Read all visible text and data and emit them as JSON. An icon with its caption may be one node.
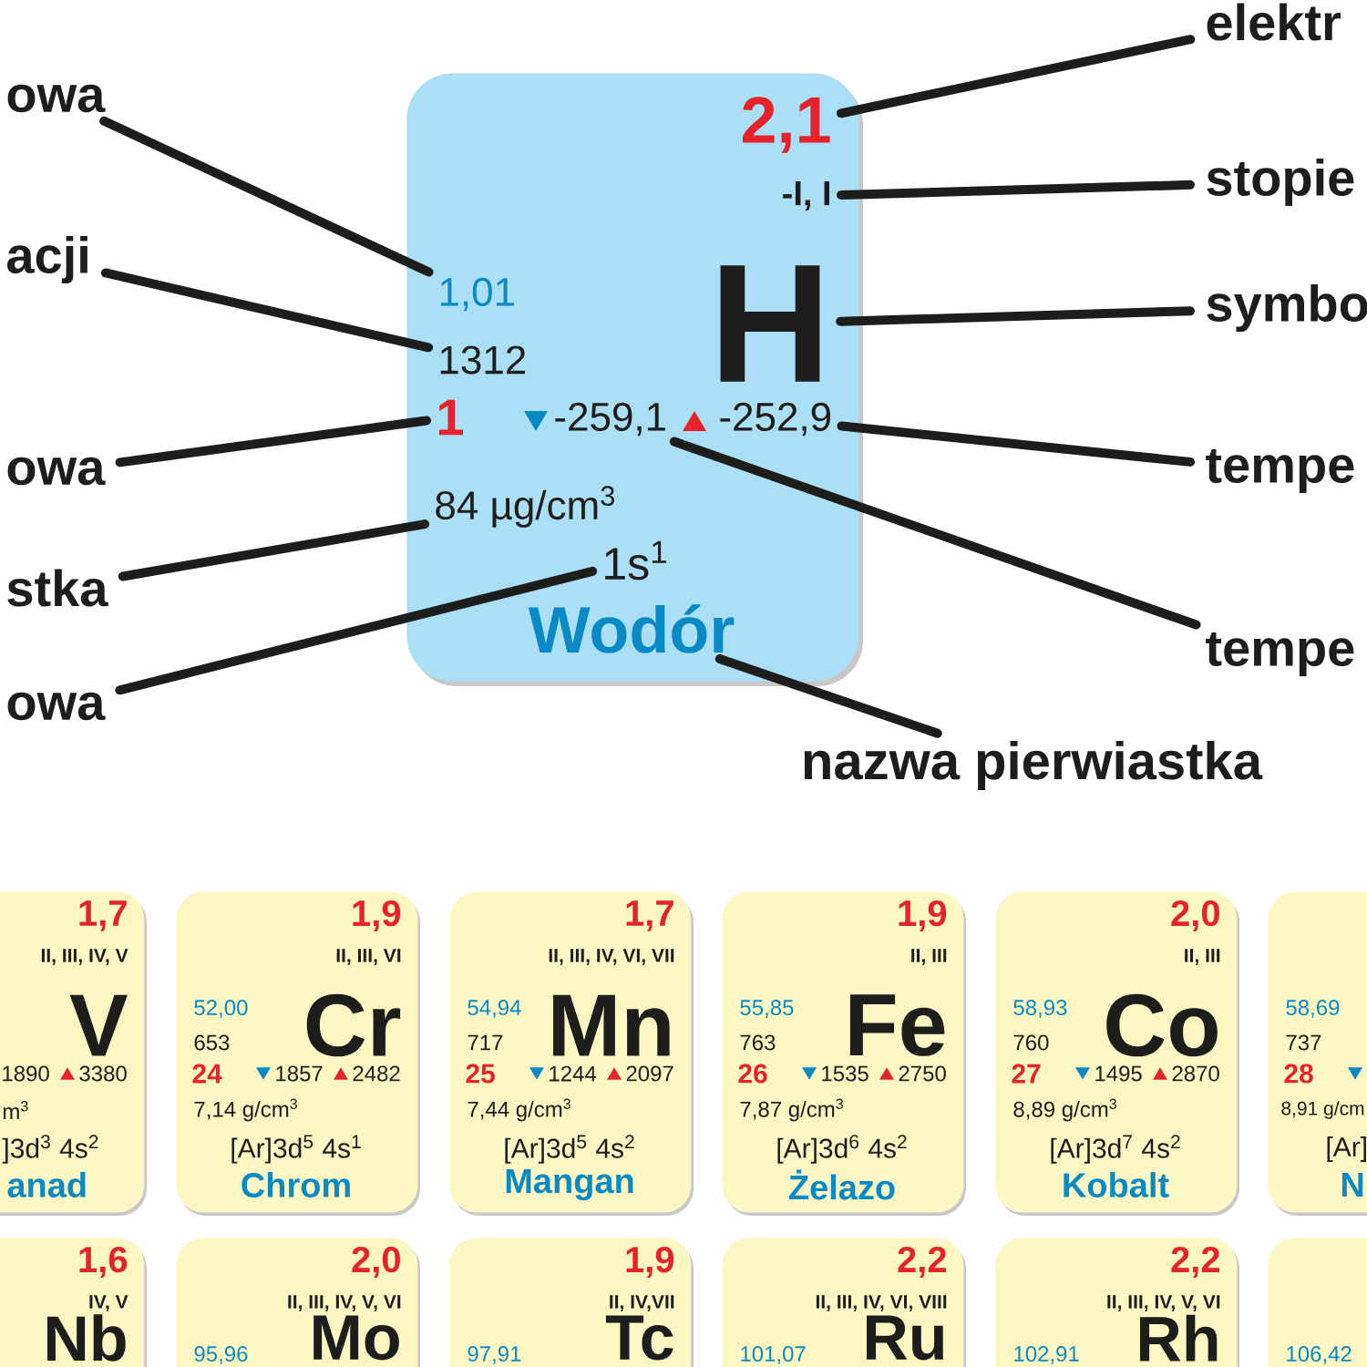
{
  "diagram": {
    "nodes": [
      {
        "text": [],
        "shape": "box"
      },
      {
        "text": [
          "2,1"
        ],
        "in": 0
      },
      {
        "text": [
          "-I, I"
        ],
        "in": 0
      },
      {
        "text": [
          "H"
        ],
        "in": 0
      },
      {
        "text": [
          "1,01"
        ],
        "in": 0
      },
      {
        "text": [
          "1312"
        ],
        "in": 0
      },
      {
        "text": [
          "1"
        ],
        "in": 0
      },
      {
        "text": [
          "-259,1"
        ],
        "in": 0
      },
      {
        "text": [
          "-252,9"
        ],
        "in": 0
      },
      {
        "text": [
          "84 µg/cm$^{3}$"
        ],
        "in": 0
      },
      {
        "text": [
          "1s$^{1}$"
        ],
        "in": 0
      },
      {
        "text": [
          "Wodór"
        ],
        "in": 0
      },
      {
        "text": [
          "owa"
        ]
      },
      {
        "text": [
          "acji"
        ]
      },
      {
        "text": [
          "owa"
        ]
      },
      {
        "text": [
          "stka"
        ]
      },
      {
        "text": [
          "owa"
        ]
      },
      {
        "text": [
          "elektr"
        ]
      },
      {
        "text": [
          "stopie"
        ]
      },
      {
        "text": [
          "symbo"
        ]
      },
      {
        "text": [
          "tempe"
        ]
      },
      {
        "text": [
          "tempe"
        ]
      },
      {
        "text": [
          "nazwa pierwiastka"
        ]
      },
      {
        "text": [
          "1,7",
          "II, III, IV, V",
          "V",
          "1890",
          "3380",
          "m$^{3}$",
          "]3d$^{3}$ 4s$^{2}$",
          "anad"
        ]
      },
      {
        "text": [
          "1,9",
          "II, III, VI",
          "52,00",
          "Cr",
          "653",
          "24",
          "1857",
          "2482",
          "7,14 g/cm$^{3}$",
          "[Ar]3d$^{5}$ 4s$^{1}$",
          "Chrom"
        ]
      },
      {
        "text": [
          "1,7",
          "II, III, IV, VI, VII",
          "54,94",
          "Mn",
          "717",
          "25",
          "1244",
          "2097",
          "7,44 g/cm$^{3}$",
          "[Ar]3d$^{5}$ 4s$^{2}$",
          "Mangan"
        ]
      },
      {
        "text": [
          "1,9",
          "II, III",
          "55,85",
          "Fe",
          "763",
          "26",
          "1535",
          "2750",
          "7,87 g/cm$^{3}$",
          "[Ar]3d$^{6}$ 4s$^{2}$",
          "Żelazo"
        ]
      },
      {
        "text": [
          "2,0",
          "II, III",
          "58,93",
          "Co",
          "760",
          "27",
          "1495",
          "2870",
          "8,89 g/cm$^{3}$",
          "[Ar]3d$^{7}$ 4s$^{2}$",
          "Kobalt"
        ]
      },
      {
        "text": [
          "58,69",
          "737",
          "28",
          "8,91 g/cm",
          "[Ar]",
          "N"
        ]
      },
      {
        "text": [
          "1,6",
          "IV, V",
          "Nb"
        ]
      },
      {
        "text": [
          "2,0",
          "II, III, IV, V, VI",
          "95,96",
          "Mo"
        ]
      },
      {
        "text": [
          "1,9",
          "II, IV,VII",
          "97,91",
          "Tc"
        ]
      },
      {
        "text": [
          "2,2",
          "II, III, IV, VI, VIII",
          "101,07",
          "Ru"
        ]
      },
      {
        "text": [
          "2,2",
          "II, III, IV, V, VI",
          "102,91",
          "Rh"
        ]
      },
      {
        "text": [
          "106,42"
        ]
      }
    ],
    "edges": [
      {
        "from": 12,
        "to": 4,
        "arrow": "none"
      },
      {
        "from": 13,
        "to": 5,
        "arrow": "none"
      },
      {
        "from": 14,
        "to": 6,
        "arrow": "none"
      },
      {
        "from": 15,
        "to": 9,
        "arrow": "none"
      },
      {
        "from": 16,
        "to": 10,
        "arrow": "none"
      },
      {
        "from": 17,
        "to": 1,
        "arrow": "none"
      },
      {
        "from": 18,
        "to": 2,
        "arrow": "none"
      },
      {
        "from": 19,
        "to": 3,
        "arrow": "none"
      },
      {
        "from": 20,
        "to": 8,
        "arrow": "none"
      },
      {
        "from": 21,
        "to": 7,
        "arrow": "none"
      },
      {
        "from": 22,
        "to": 11,
        "arrow": "none"
      }
    ]
  }
}
